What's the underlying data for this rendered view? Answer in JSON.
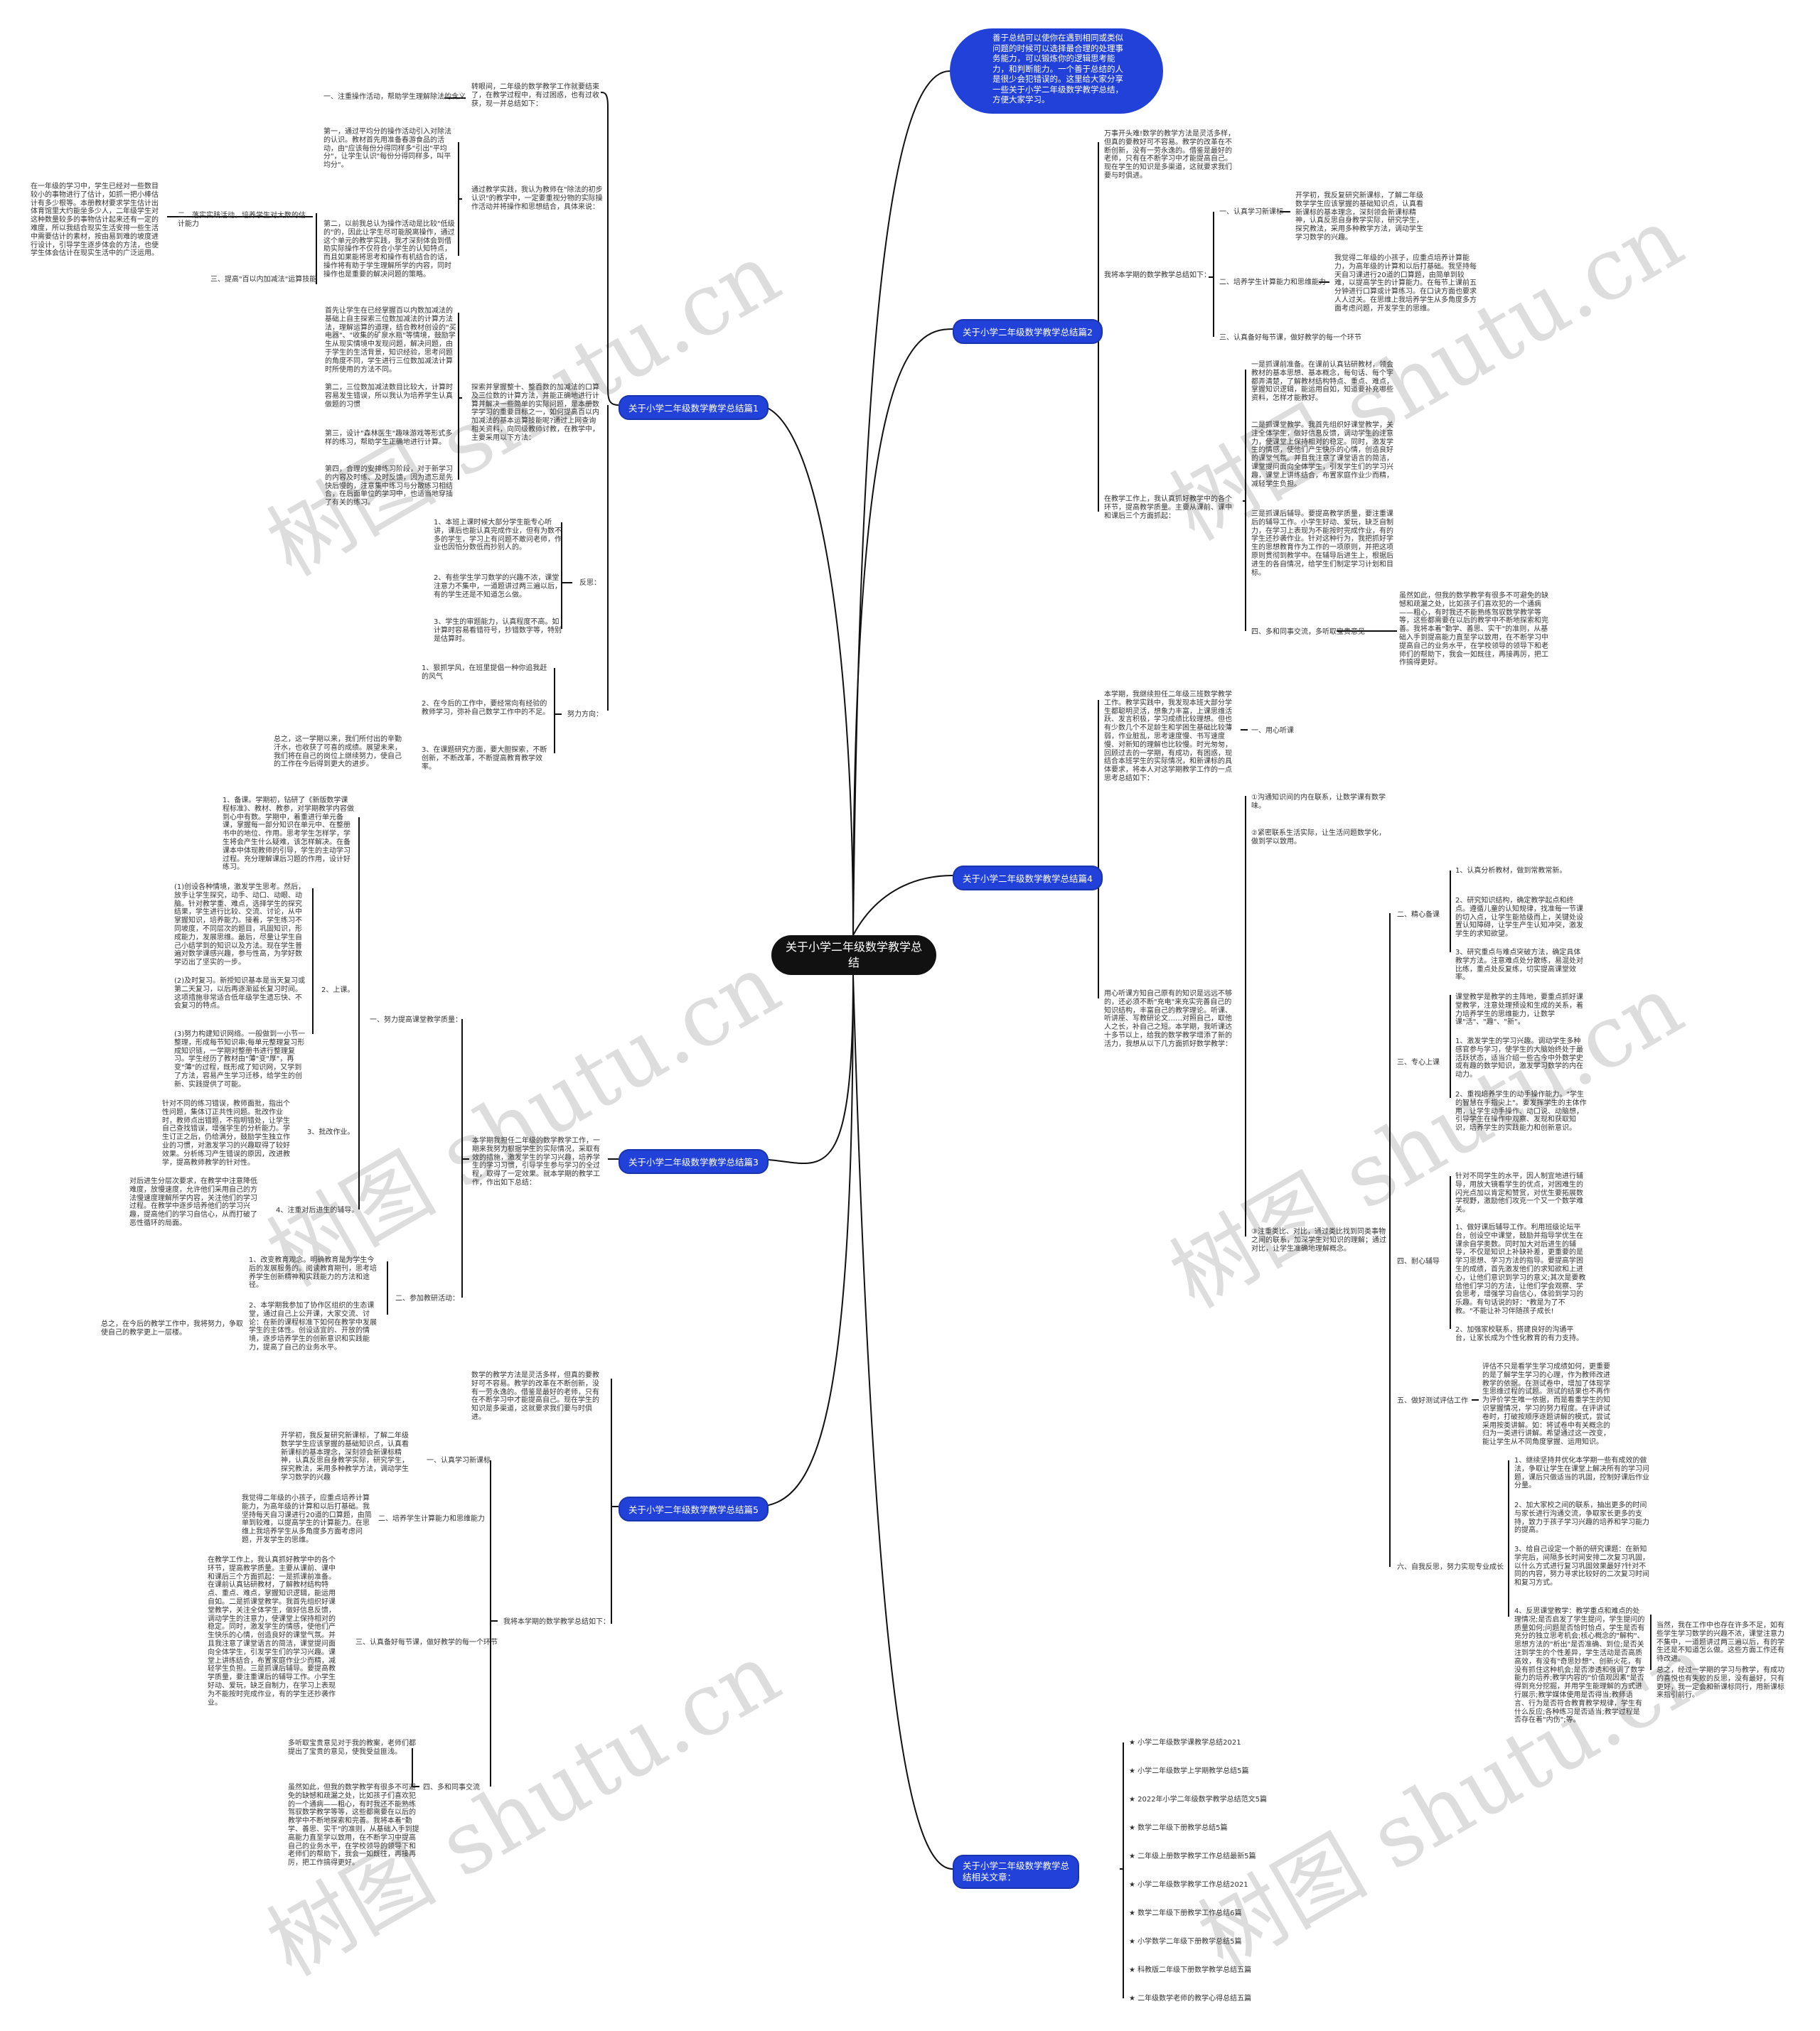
{
  "center": {
    "title": "关于小学二年级数学教学总结"
  },
  "intro_bubble": "善于总结可以使你在遇到相同或类似问题的时候可以选择最合理的处理事务能力，可以锻炼你的逻辑思考能力，和判断能力。一个善于总结的人是很少会犯错误的。这里给大家分享一些关于小学二年级数学教学总结，方便大家学习。",
  "watermark": "树图 shutu.cn",
  "b1": {
    "label": "关于小学二年级数学教学总结篇1",
    "intro": "转眼间，二年级的数学教学工作就要结束了，在教学过程中，有过困惑，也有过收获，现一并总结如下：",
    "s1": "一、注重操作活动，帮助学生理解除法的含义",
    "practice": "通过教学实践，我认为教师在\"除法的初步认识\"的教学中，一定要重视分物的实际操作活动并将操作和思想结合，具体来说：",
    "p1": "第一，通过平均分的操作活动引入对除法的认识。教材首先用准备春游食品的活动，由\"应该每份分得同样多\"引出\"平均分\"，让学生认识\"每份分得同样多，叫平均分\"。",
    "p2": "第二，以前我总认为操作活动是比较\"低级的\"的，因此让学生尽可能脱离操作，通过这个单元的教学实践，我才深刻体会到借助实际操作不仅符合小学生的认知特点，而且如果能将思考和操作有机结合的话，操作将有助于学生理解所学的内容，同时操作也是重要的解决问题的策略。",
    "s2": "二、落实实践活动，培养学生对大数的估计能力",
    "s2_text": "在一年级的学习中，学生已经对一些数目较小的事物进行了估计，如抓一把小棒估计有多少根等。本册教材要求学生估计出体育馆里大约能坐多少人，二年级学生对这种数量较多的事物估计起来还有一定的难度，所以我结合现实生活安排一些生活中需要估计的素材，按由易到难的坡度进行设计，引导学生逐步体会的方法，也使学生体会估计在现实生活中的广泛运用。",
    "s3": "三、提高\"百以内加减法\"运算技能",
    "s3_text": "探索并掌握整十、整百数的加减法的口算及三位数的计算方法，并能正确地进行计算并解决一些简单的实际问题，是本册数学学习的重要目标之一，如何提高百以内加减法的基本运算技能呢?通过上网查询相关资料，向同级教师讨教，在教学中，主要采用以下方法：",
    "m1": "首先让学生在已经掌握百以内数加减法的基础上自主探索三位数加减法的计算方法法，理解运算的道理，结合教材创设的\"买电器\"、\"收集的矿泉水瓶\"等情境，鼓励学生从现实情境中发现问题，解决问题，由于学生的生活背景，知识经验，思考问题的角度不同，学生进行三位数加减法计算时所使用的方法不同。",
    "m2": "第二，三位数加减法数目比较大，计算时容易发生错误，所以我认为培养学生认真做题的习惯",
    "m3": "第三，设计\"森林医生\"趣味游戏等形式多样的练习，帮助学生正确地进行计算。",
    "m4": "第四，合理的安排练习阶段，对于新学习的内容及时练、及时反馈，因为遗忘是先快后慢的，注意集中练习与分散练习相结合，在后面单位的学习中，也适当地穿插了有关的练习。",
    "reflect_label": "反思：",
    "r1": "1、本班上课时候大部分学生能专心听讲，课后也能认真完成作业，但有为数不多的学生，学习上有问题不敢问老师，作业也因怕分数低而抄别人的。",
    "r2": "2、有些学生学习数学的兴趣不浓，课堂注意力不集中，一道题讲过两三遍以后，有的学生还是不知道怎么做。",
    "r3": "3、学生的审题能力，认真程度不高。如计算时容易看错符号，抄错数字等，特别是估算时。",
    "effort_label": "努力方向：",
    "e1": "1、狠抓学风，在班里提倡一种你追我赶的风气",
    "e2": "2、在今后的工作中，要经常向有经验的教师学习，弥补自己数学工作中的不足。",
    "e3": "3、在课题研究方面，要大胆探索，不断创新，不断改革，不断提高教育教学效率。",
    "e3_text": "总之，这一学期以来，我们所付出的辛勤汗水，也收获了可喜的成绩。展望未来，我们将在自己的岗位上继续努力，使自己的工作在今后得到更大的进步。"
  },
  "b2": {
    "label": "关于小学二年级数学教学总结篇2",
    "intro": "万事开头难!数学的教学方法是灵活多样，但真的要教好可不容易。教学的改革在不断创新，没有一劳永逸的。借鉴是最好的老师，只有在不断学习中才能提高自己。现在学生的知识是多渠道，这就要求我们要与时俱进。",
    "summary": "我将本学期的数学教学总结如下：",
    "s1": "一、认真学习新课标",
    "s1_text": "开学初，我反复研究新课标，了解二年级数学学生应该掌握的基础知识点，认真看新课标的基本理念，深刻领会新课标精神，认真反思自身教学实际，研究学生，探究教法，采用多种教学方法，调动学生学习数学的兴趣。",
    "s2": "二、培养学生计算能力和思维能力",
    "s2_text": "我觉得二年级的小孩子，应重点培养计算能力，为高年级的计算和以后打基础。我坚持每天自习课进行20道的口算题，由简单到较难，以提高学生的计算能力。在每节上课前五分钟进行口算或计算练习。在口诀方面也要求人人过关。在思维上我培养学生从多角度多方面考虑问题，开发学生的思维。",
    "s3": "三、认真备好每节课，做好教学的每一个环节",
    "work": "在教学工作上，我认真抓好教学中的各个环节，提高教学质量。主要从课前、课中和课后三个方面抓起：",
    "w1": "一是抓课前准备。在课前认真钻研教材，领会教材的基本思想、基本概念，每句话、每个字都弄清楚，了解教材结构特点、重点、难点，掌握知识逻辑，能运用自如，知道要补充哪些资料，怎样才能教好。",
    "w2": "二是抓课堂教学。我首先组织好课堂教学，关注全体学生，做好信息反馈，调动学生的注意力，使课堂上保持相对的稳定。同时，激发学生的情感，使他们产生快乐的心情，创造良好的课堂气氛。并且我注意了课堂语言的简洁，课堂提问面向全体学生，引发学生们的学习兴趣，课堂上讲练结合，布置家庭作业少而精，减轻学生负担。",
    "w3": "三是抓课后辅导。要提高教学质量，要注重课后的辅导工作。小学生好动、爱玩，缺乏自制力，在学习上表现为不能按时完成作业，有的学生还抄袭作业。针对这种行为，我把抓好学生的思想教育作为工作的一项原则，并把这项原则贯彻到教学中。在辅导后进生上，根据后进生的各自情况，给学生们制定学习计划和目标。",
    "s4": "四、多和同事交流，多听取宝贵意见",
    "s4_text": "虽然如此，但我的数学教学有很多不可避免的缺憾和疏漏之处，比如孩子们喜欢犯的一个通病——粗心，有时我还不能熟练驾驭数学教学等等，这些都需要在以后的教学中不断地探索和完善。我将本着\"勤学、善思、实干\"的准则，从基础入手到提高能力直至学以致用，在不断学习中提高自己的业务水平，在学校领导的领导下和老师们的帮助下，我会一如既往，再接再厉，把工作搞得更好。"
  },
  "b3": {
    "label": "关于小学二年级数学教学总结篇3",
    "intro": "本学期我担任二年级的数学教学工作，一期来我努力根据学生的实际情况，采取有效的措施，激发学生的学习兴趣，培养学生的学习习惯，引导学生参与学习的全过程，取得了一定效果。就本学期的教学工作，作出如下总结：",
    "s1": "一、努力提高课堂教学质量：",
    "prep": "1、备课。学期初，钻研了《新版数学课程标准》、教材、教参，对学期教学内容做到心中有数。学期中，着重进行单元备课，掌握每一部分知识在单元中、在整册书中的地位、作用。思考学生怎样学，学生将会产生什么疑难，该怎样解决。在备课本中体现教师的引导，学生的主动学习过程。充分理解课后习题的作用，设计好练习。",
    "class_label": "2、上课。",
    "c1": "(1)创设各种情境，激发学生思考。然后，放手让学生探究，动手、动口、动眼、动脑。针对教学重、难点，选择学生的探究结果，学生进行比较、交流、讨论，从中掌握知识，培养能力。接着，学生练习不同坡度，不同层次的题目，巩固知识，形成能力，发展思维。最后，尽量让学生自己小结学到的知识以及方法。现在学生普遍对数学课感兴趣，参与性高，为学好数学迈出了坚实的一步。",
    "c2": "(2)及时复习。新授知识基本是当天复习或第二天复习，以后再逐渐延长复习时间。这项措施非常适合低年级学生遗忘快、不会复习的特点。",
    "c3": "(3)努力构建知识网络。一般做到一小节一整理，形成每节知识串;每单元整理复习形成知识链，一学期对整册书进行整理复习。学生经历了教材由\"薄\"变\"厚\"，再变\"薄\"的过程，既形成了知识网，又学到了方法，容易产生学习迁移，给学生的创新、实践提供了可能。",
    "hw_label": "3、批改作业。",
    "hw_text": "针对不同的练习错误，教师面批，指出个性问题，集体订正共性问题。批改作业时，教师点出错题，不指明错处，让学生自己查找错误，增强学生的分析能力。学生订正之后，仍给满分，鼓励学生独立作业的习惯，对激发学习的兴趣取得了较好效果。分析练习产生错误的原因，改进教学，提高教师教学的针对性。",
    "weak_label": "4、注重对后进生的辅导。",
    "weak_text": "对后进生分层次要求，在教学中注意降低难度，放慢速度，允许他们采用自己的方法慢速度理解所学内容，关注他们的学习过程。在教学中逐步培养他们的学习兴趣，提高他们的学习自信心，从而打破了恶性循环的局面。",
    "s2": "二、参加教研活动：",
    "t1": "1、改变教育观念。明确教育是为学生今后的发展服务的。阅读教育期刊，思考培养学生创新精神和实践能力的方法和途径。",
    "t2": "2、本学期我参加了协作区组织的生态课堂，通过自己上公开课，大家交流、讨论：在新的课程标准下如何在教学中发展学生的主体性。创设适宜的、开放的情境，逐步培养学生的创新意识和实践能力，提高了自己的业务水平。",
    "t2_text": "总之，在今后的教学工作中，我将努力，争取使自己的教学更上一层楼。"
  },
  "b4": {
    "label": "关于小学二年级数学教学总结篇4",
    "intro": "本学期，我继续担任二年级三班数学教学工作。教学实践中，我发现本班大部分学生都聪明灵活，想象力丰富，上课思维活跃、发言积极，学习成绩比较理想。但也有少数几个不足龄生和学困生基础比较薄弱，作业脏乱，思考速度慢、书写速度慢、对新知的理解也比较慢。时光匆匆，回顾过去的一学期，有成功，有困惑，现结合本班学生的实际情况，和新课标的具体要求，将本人对这学期教学工作的一点思考总结如下：",
    "s1": "一、用心听课",
    "listen": "用心听课方知自己原有的知识是远远不够的，还必须不断\"充电\"来充实完善自己的知识结构，丰富自己的教学理论。听课、听讲座、写教研论文……对照自己，取他人之长，补自己之短。本学期，我听课达十多节以上，给我的数学教学增添了新的活力，我想从以下几方面抓好数学教学：",
    "l1": "①沟通知识间的内在联系，让数学课有数学味。",
    "l2": "②紧密联系生活实际，让生活问题数学化，做到学以致用。",
    "l3": "③注重类比、对比，通过类比找到同类事物之间的联系，加深学生对知识的理解；通过对比，让学生准确地理解概念。",
    "s2": "二、精心备课",
    "p1": "1、认真分析教材，做到常教常新。",
    "p2": "2、研究知识结构，确定教学起点和终点。遵循儿童的认知规律，找准每一节课的切入点，让学生能拾级而上，关键处设置认知障碍，让学生产生认知冲突，激发学生的求知欲望。",
    "p3": "3、研究重点与难点突破方法，确定具体教学方法。注意难点处分散练，易混处对比练，重点处反复练，切实提高课堂效率。",
    "s3": "三、专心上课",
    "c0": "课堂教学是教学的主阵地，要重点抓好课堂教学，注意处理预设和生成的关系，着力培养学生的思维能力，让数学课\"活\"、\"趣\"、\"新\"。",
    "c1": "1、激发学生的学习兴趣。调动学生多种感官参与学习，使学生的大脑始终处于最活跃状态，适当介绍一些古今中外数学史或有趣的数学知识，激发学习数学的内在动力。",
    "c2": "2、重视培养学生的动手操作能力。\"学生的智慧在手指尖上\"。要发挥学生的主体作用，让学生动手操作、动口说、动脑想，引导学生在操作中观察、发现和获取知识，培养学生的实践能力和创新意识。",
    "s4": "四、耐心辅导",
    "a0": "针对不同学生的水平，因人制宜地进行辅导，用放大镜看学生的优点，对困难生的闪光点加以肯定和赞赏，对优生要拓展数学视野，激励他们攻克一个又一个数学难关。",
    "a1": "1、做好课后辅导工作。利用班级论坛平台，创设空中课堂，鼓励并指导学优生在课余自学奥数。同时加大对后进生的辅导，不仅是知识上补缺补差，更重要的是学习思想、学习方法的指导。要提高学困生的成绩，首先激发他们的求知欲和上进心，让他们意识到学习的意义;其次是要教给他们学习的方法，让他们学会观察、学会思考，增强学习自信心，体验到学习的乐趣。有句话说的好：\"教是为了不教。\"不能让补习伴随孩子成长!",
    "a2": "2、加强家校联系，搭建良好的沟通平台，让家长成为个性化教育的有力支持。",
    "s5": "五、做好测试评估工作",
    "e_text": "评估不只是看学生学习成绩如何，更重要的是了解学生学习的心理，作为教师改进教学的依据。在测试卷中，增加了体现学生思维过程的试题。测试的结果也不再作为评价学生唯一依据，而是看重学生的知识掌握情况，学习的努力程度。在评讲试卷时，打破按顺序逐题讲解的模式，尝试采用按类讲解。如：将试卷中有关概念的归为一类进行讲解。希望通过这一改变，能让学生从不同角度掌握、运用知识。",
    "s6": "六、自我反思，努力实现专业成长",
    "f1": "1、继续坚持并优化本学期一些有成效的做法，争取让学生在课堂上解决所有的学习问题，课后只做适当的巩固，控制好课后作业分量。",
    "f2": "2、加大家校之间的联系，抽出更多的时间与家长进行沟通交流，争取家长更多的支持，致力于孩子学习兴趣的培养和学习能力的提高。",
    "f3": "3、给自己设定一个新的研究课题：在新知学完后，间隔多长时间安排二次复习巩固，以什么方式进行复习巩固效果最好?针对不同的内容，努力寻求比较好的二次复习时间和复习方式。",
    "f4": "4、反思课堂教学：教学重点和难点的处理情况;是否启发了学生提问，学生提问的质量如何;问题是否恰时恰点，学生是否有充分的独立思考机会;核心概念的\"解构\"、思想方法的\"析出\"是否准确、到位;是否关注到学生的个性差异，学生活动是否高质高效，有没有\"奇思妙想\"、创新火花，有没有抓住这种机会;是否渗透和强调了数学能力的培养;教学内容的\"价值观因素\"是否得到充分挖掘，并用学生能理解的方式进行展示;教学媒体使用是否得当;教师语言、行为是否符合教育教学规律，学生有什么反应;各种练习是否适当;教学过程是否存在着\"内伤\";等。",
    "g1": "当然，我在工作中也存在许多不足，如有些学生学习数学的兴趣不浓，课堂注意力不集中，一道题讲过两三遍以后，有的学生还是不知道怎么做。这些方面工作还有待改进。",
    "g2": "总之，经过一学期的学习与教学，有成功的喜悦也有失败的反思，没有最好，只有更好，我一定会和新课标同行，用新课标来指引前行。"
  },
  "b5": {
    "label": "关于小学二年级数学教学总结篇5",
    "intro": "数学的教学方法是灵活多样，但真的要教好可不容易。教学的改革在不断创新，没有一劳永逸的。借鉴是最好的老师，只有在不断学习中才能提高自己。现在学生的知识是多渠道，这就要求我们要与时俱进。",
    "summary": "我将本学期的数学教学总结如下：",
    "s1": "一、认真学习新课标",
    "s1_text": "开学初，我反复研究新课标，了解二年级数学学生应该掌握的基础知识点，认真看新课标的基本理念，深刻领会新课标精神，认真反思自身教学实际，研究学生，探究教法，采用多种教学方法，调动学生学习数学的兴趣",
    "s2": "二、培养学生计算能力和思维能力",
    "s2_text": "我觉得二年级的小孩子，应重点培养计算能力，为高年级的计算和以后打基础。我坚持每天自习课进行20道的口算题，由简单到较难，以提高学生的计算能力。在思维上我培养学生从多角度多方面考虑问题，开发学生的思维。",
    "s3": "三、认真备好每节课，做好教学的每一个环节",
    "s3_text": "在教学工作上，我认真抓好教学中的各个环节，提高教学质量。主要从课前、课中和课后三个方面抓起：一是抓课前准备。在课前认真钻研教材，了解教材结构特点、重点、难点，掌握知识逻辑，能运用自如。二是抓课堂教学。我首先组织好课堂教学，关注全体学生，做好信息反馈，调动学生的注意力，使课堂上保持相对的稳定。同时，激发学生的情感，使他们产生快乐的心情，创造良好的课堂气氛。并且我注意了课堂语言的简洁，课堂提问面向全体学生，引发学生们的学习兴趣。课堂上讲练结合，布置家庭作业少而精，减轻学生负担。三是抓课后辅导。要提高教学质量，要注重课后的辅导工作。小学生好动、爱玩，缺乏自制力，在学习上表现为不能按时完成作业，有的学生还抄袭作业。",
    "s4": "四、多和同事交流",
    "s4_t1": "多听取宝贵意见对于我的教案，老师们都提出了宝贵的意见，使我受益匪浅。",
    "s4_t2": "虽然如此，但我的数学教学有很多不可避免的缺憾和疏漏之处，比如孩子们喜欢犯的一个通病——粗心，有时我还不能熟练驾驭数学教学等等，这些都需要在以后的教学中不断地探索和完善。我将本着\"勤学、善思、实干\"的准则，从基础入手到提高能力直至学以致用，在不断学习中提高自己的业务水平，在学校领导的领导下和老师们的帮助下，我会一如既往，再接再厉，把工作搞得更好。"
  },
  "related": {
    "label": "关于小学二年级数学教学总结相关文章：",
    "items": [
      "★ 小学二年级数学课教学总结2021",
      "★ 小学二年级数学上学期教学总结5篇",
      "★ 2022年小学二年级数学教学总结范文5篇",
      "★ 数学二年级下册教学总结5篇",
      "★ 二年级上册数学教学工作总结最新5篇",
      "★ 小学二年级数学教学工作总结2021",
      "★ 数学二年级下册教学工作总结6篇",
      "★ 小学数学二年级下册教学总结5篇",
      "★ 科教版二年级下册数学教学总结五篇",
      "★ 二年级数学老师的教学心得总结五篇"
    ]
  }
}
